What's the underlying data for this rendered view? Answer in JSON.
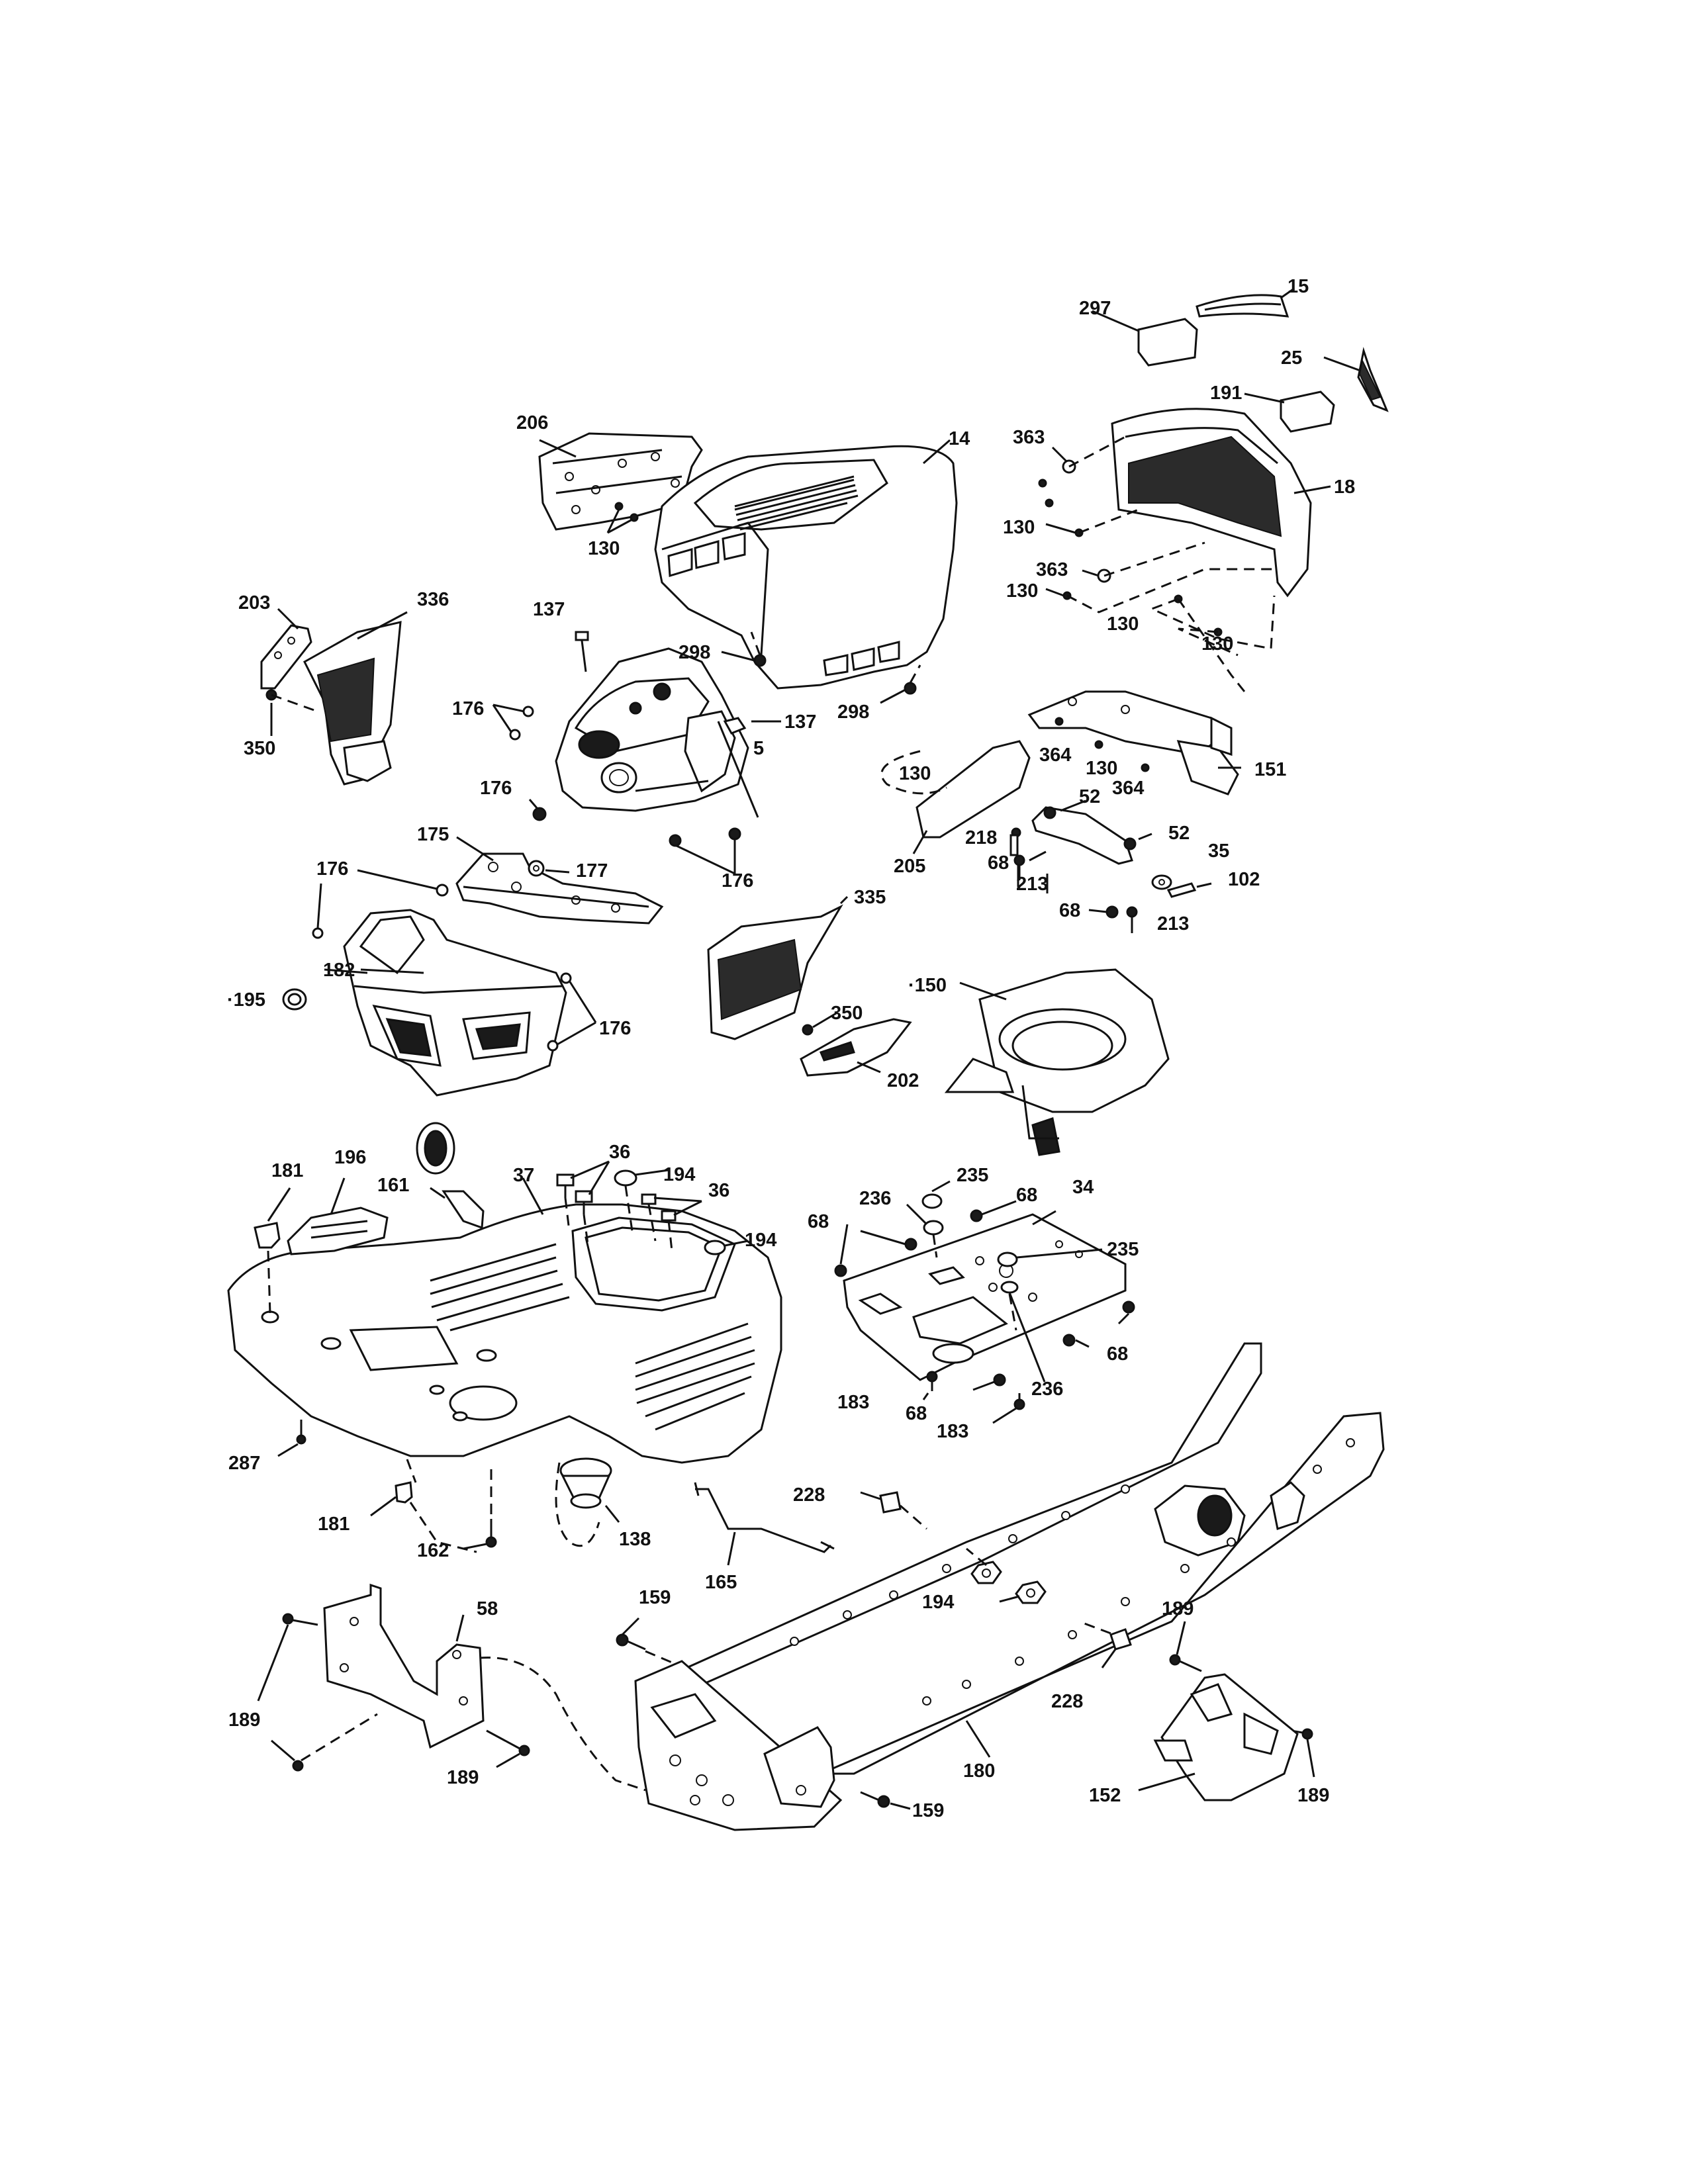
{
  "callouts": {
    "c15": "15",
    "c297": "297",
    "c25": "25",
    "c191": "191",
    "c363a": "363",
    "c18": "18",
    "c130a": "130",
    "c363b": "363",
    "c130b": "130",
    "c130c": "130",
    "c130d": "130",
    "c206": "206",
    "c14": "14",
    "c130e": "130",
    "c203": "203",
    "c336": "336",
    "c350a": "350",
    "c137a": "137",
    "c298a": "298",
    "c298b": "298",
    "c137b": "137",
    "c176a": "176",
    "c5": "5",
    "c176b": "176",
    "c176c": "176",
    "c175": "175",
    "c177": "177",
    "c364a": "364",
    "c130f": "130",
    "c151": "151",
    "c364b": "364",
    "c130g": "130",
    "c52a": "52",
    "c218": "218",
    "c52b": "52",
    "c68a": "68",
    "c205": "205",
    "c213a": "213",
    "c35": "35",
    "c102": "102",
    "c68b": "68",
    "c213b": "213",
    "c176d": "176",
    "c182": "182",
    "c195": "·195",
    "c176e": "176",
    "c335": "335",
    "c350b": "350",
    "c150": "·150",
    "c202": "202",
    "c36a": "36",
    "c194a": "194",
    "c36b": "36",
    "c181a": "181",
    "c196": "196",
    "c161": "161",
    "c37": "37",
    "c194b": "194",
    "c235a": "235",
    "c236a": "236",
    "c68c": "68",
    "c34": "34",
    "c68d": "68",
    "c235b": "235",
    "c68e": "68",
    "c183a": "183",
    "c68f": "68",
    "c236b": "236",
    "c183b": "183",
    "c287": "287",
    "c181b": "181",
    "c162": "162",
    "c138": "138",
    "c228a": "228",
    "c165": "165",
    "c194c": "194",
    "c159a": "159",
    "c58": "58",
    "c189a": "189",
    "c189b": "189",
    "c180": "180",
    "c228b": "228",
    "c189c": "189",
    "c152": "152",
    "c189d": "189",
    "c159b": "159"
  }
}
